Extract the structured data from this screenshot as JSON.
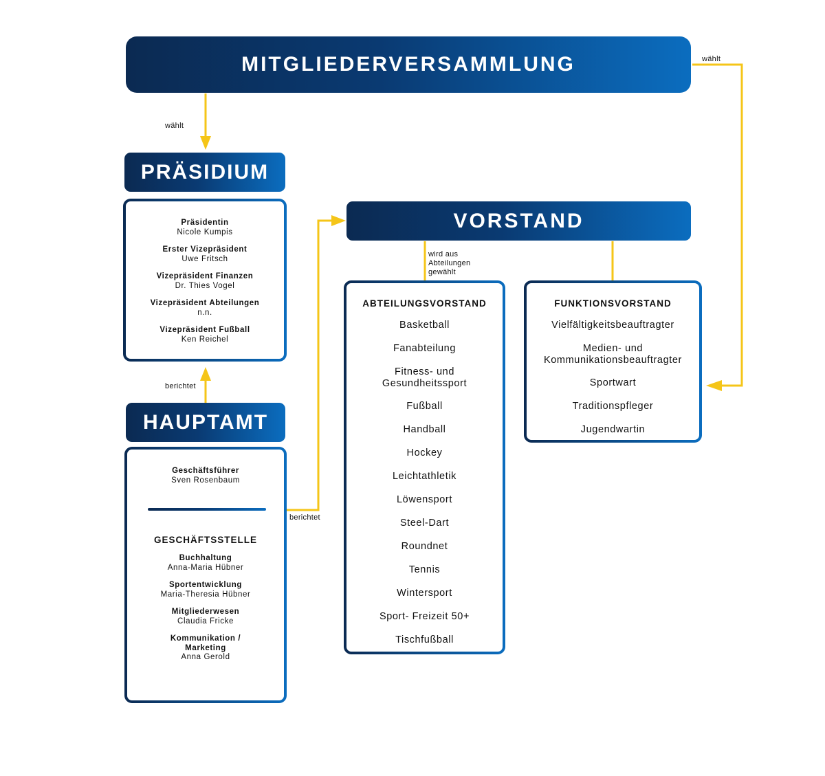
{
  "top": {
    "title": "MITGLIEDERVERSAMMLUNG"
  },
  "edges": {
    "waehlt_left": "wählt",
    "waehlt_right": "wählt",
    "berichtet_up": "berichtet",
    "berichtet_right": "berichtet",
    "abteilungen": [
      "wird aus",
      "Abteilungen",
      "gewählt"
    ]
  },
  "praesidium": {
    "title": "PRÄSIDIUM",
    "members": [
      {
        "role": "Präsidentin",
        "name": "Nicole Kumpis"
      },
      {
        "role": "Erster Vizepräsident",
        "name": "Uwe Fritsch"
      },
      {
        "role": "Vizepräsident Finanzen",
        "name": "Dr. Thies Vogel"
      },
      {
        "role": "Vizepräsident Abteilungen",
        "name": "n.n."
      },
      {
        "role": "Vizepräsident Fußball",
        "name": "Ken Reichel"
      }
    ]
  },
  "hauptamt": {
    "title": "HAUPTAMT",
    "leader": {
      "role": "Geschäftsführer",
      "name": "Sven Rosenbaum"
    },
    "office_title": "GESCHÄFTSSTELLE",
    "office": [
      {
        "role": "Buchhaltung",
        "name": "Anna-Maria Hübner"
      },
      {
        "role": "Sportentwicklung",
        "name": "Maria-Theresia Hübner"
      },
      {
        "role": "Mitgliederwesen",
        "name": "Claudia Fricke"
      },
      {
        "role": "Kommunikation /",
        "role2": "Marketing",
        "name": "Anna Gerold"
      }
    ]
  },
  "vorstand": {
    "title": "VORSTAND"
  },
  "abteilungsvorstand": {
    "title": "ABTEILUNGSVORSTAND",
    "items": [
      [
        "Basketball"
      ],
      [
        "Fanabteilung"
      ],
      [
        "Fitness- und",
        "Gesundheitssport"
      ],
      [
        "Fußball"
      ],
      [
        "Handball"
      ],
      [
        "Hockey"
      ],
      [
        "Leichtathletik"
      ],
      [
        "Löwensport"
      ],
      [
        "Steel-Dart"
      ],
      [
        "Roundnet"
      ],
      [
        "Tennis"
      ],
      [
        "Wintersport"
      ],
      [
        "Sport- Freizeit 50+"
      ],
      [
        "Tischfußball"
      ]
    ]
  },
  "funktionsvorstand": {
    "title": "FUNKTIONSVORSTAND",
    "items": [
      [
        "Vielfältigkeitsbeauftragter"
      ],
      [
        "Medien- und",
        "Kommunikationsbeauftragter"
      ],
      [
        "Sportwart"
      ],
      [
        "Traditionspfleger"
      ],
      [
        "Jugendwartin"
      ]
    ]
  },
  "colors": {
    "arrow": "#f5c518",
    "dark_blue": "#0b2a52",
    "light_blue": "#0b6dbf"
  }
}
